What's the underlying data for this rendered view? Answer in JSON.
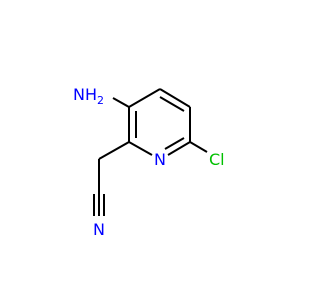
{
  "molecule": {
    "atoms": {
      "amino": {
        "label": "NH",
        "subscript": "2",
        "color": "#0000ff"
      },
      "ring_nitrogen": {
        "label": "N",
        "color": "#0000ff"
      },
      "chlorine": {
        "label": "Cl",
        "color": "#00c000"
      },
      "nitrile_nitrogen": {
        "label": "N",
        "color": "#0000ff"
      }
    },
    "bond_color": "#000000"
  }
}
